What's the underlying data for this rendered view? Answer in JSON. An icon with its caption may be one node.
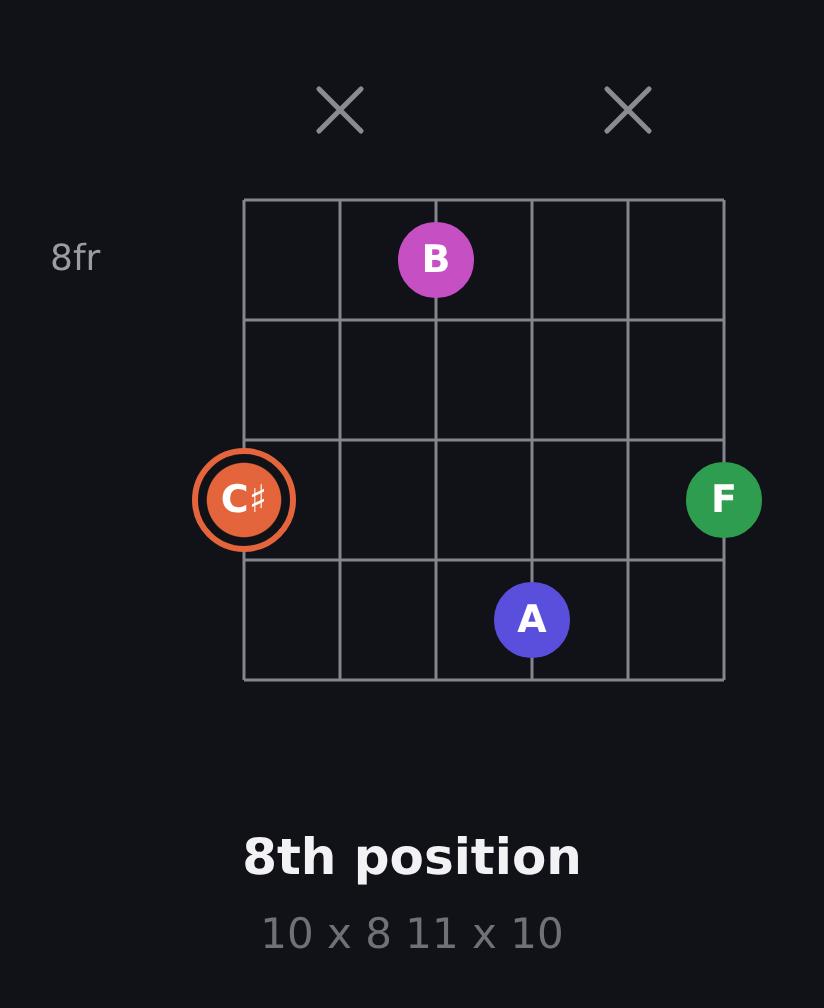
{
  "diagram": {
    "title": "8th position",
    "nodes": [
      {
        "text": [
          "B"
        ]
      },
      {
        "text": [
          "C♯"
        ]
      },
      {
        "text": [
          "F"
        ]
      },
      {
        "text": [
          "A"
        ]
      }
    ],
    "labels": [
      "8fr",
      "10 x 8 11 x 10"
    ]
  }
}
